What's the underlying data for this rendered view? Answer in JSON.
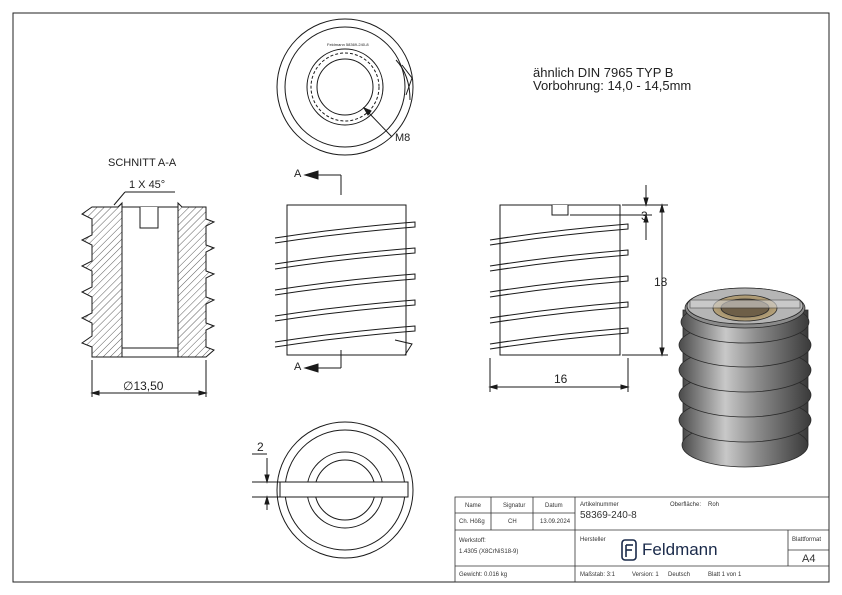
{
  "notes": {
    "line1": "ähnlich DIN 7965 TYP B",
    "line2": "Vorbohrung: 14,0 - 14,5mm"
  },
  "labels": {
    "section_title": "SCHNITT A-A",
    "chamfer": "1 X 45°",
    "diameter": "∅13,50",
    "thread": "M8",
    "dim_height": "18",
    "dim_width": "16",
    "dim_slot_depth": "3",
    "dim_slot_width": "2",
    "section_marker_top": "A",
    "section_marker_bottom": "A"
  },
  "title_block": {
    "headers": {
      "name": "Name",
      "signature": "Signatur",
      "date": "Datum"
    },
    "row": {
      "name": "Ch. Hößg",
      "signature": "CH",
      "date": "13.09.2024"
    },
    "article_label": "Artikelnummer",
    "article_number": "58369-240-8",
    "surface_label": "Oberfläche:",
    "surface_value": "Roh",
    "material_label": "Werkstoff:",
    "material_value": "1.4305 (X8CrNiS18-9)",
    "manufacturer_label": "Hersteller",
    "brand": "Feldmann",
    "sheet_format_label": "Blattformat",
    "sheet_format_value": "A4",
    "weight": "Gewicht: 0.016 kg",
    "scale": "Maßstab: 3:1",
    "version": "Version: 1",
    "language": "Deutsch",
    "sheet": "Blatt 1 von 1"
  },
  "colors": {
    "line": "#1a1a1a",
    "hatch": "#333333",
    "metal_dark": "#5a5a5a",
    "metal_light": "#c9c9c9"
  }
}
